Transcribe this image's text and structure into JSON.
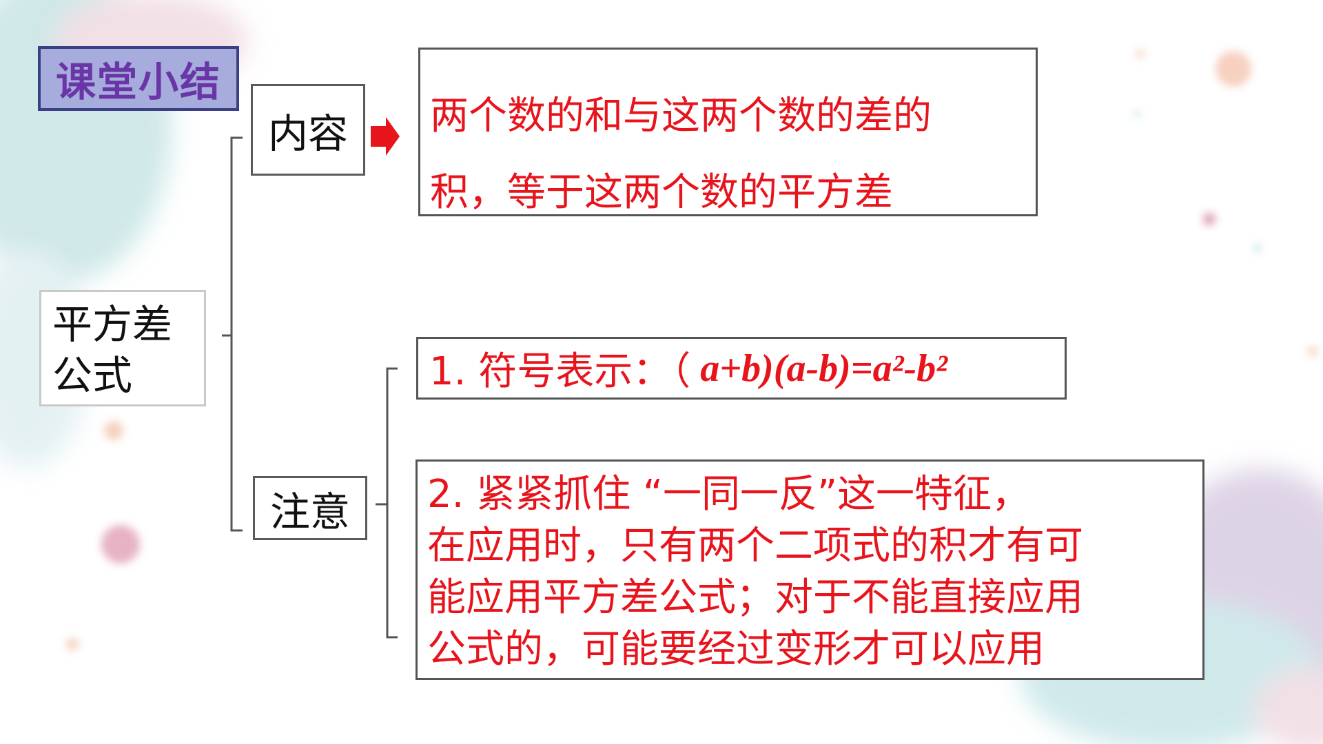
{
  "slide": {
    "title": "课堂小结",
    "root": {
      "line1": "平方差",
      "line2": "公式"
    },
    "content_node": "内容",
    "note_node": "注意",
    "definition": {
      "line1": "两个数的和与这两个数的差的",
      "line2": "积，等于这两个数的平方差"
    },
    "formula": {
      "label": "1. 符号表示：（",
      "expression": "a+b)(a-b)=a²-b²"
    },
    "attention": {
      "line1": "2. 紧紧抓住 “一同一反”这一特征，",
      "line2": "在应用时，只有两个二项式的积才有可",
      "line3": "能应用平方差公式；对于不能直接应用",
      "line4": "公式的，可能要经过变形才可以应用"
    }
  },
  "colors": {
    "accent_red": "#e8141c",
    "title_purple": "#6a35a7",
    "title_bg": "#a6acdc",
    "title_border": "#3a3f86"
  }
}
